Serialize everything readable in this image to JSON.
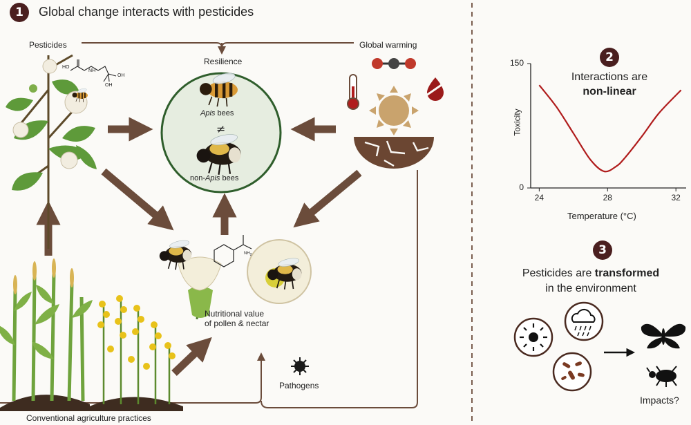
{
  "section1": {
    "number": "1",
    "title": "Global change interacts with pesticides",
    "pesticides_label": "Pesticides",
    "warming_label": "Global warming",
    "resilience_label": "Resilience",
    "apis_italic": "Apis",
    "apis_rest": " bees",
    "not_equal": "≠",
    "non_prefix": "non-",
    "non_apis_italic": "Apis",
    "non_apis_rest": " bees",
    "nutrition_line1": "Nutritional value",
    "nutrition_line2": "of pollen & nectar",
    "pathogens_label": "Pathogens",
    "agri_label": "Conventional agriculture practices",
    "nh2_label": "NH",
    "nh2_sub": "2",
    "oh1": "OH",
    "oh2": "OH",
    "ho": "HO",
    "nitrogen": "N",
    "nitrogen_nh": "H"
  },
  "section2": {
    "number": "2",
    "title_line1": "Interactions are",
    "title_line2": "non-linear"
  },
  "section3": {
    "number": "3",
    "line1_pre": "Pesticides are ",
    "line1_bold": "transformed",
    "line2": "in the environment",
    "impacts_label": "Impacts?"
  },
  "chart_data": {
    "type": "line",
    "title": "",
    "xlabel": "Temperature (°C)",
    "ylabel": "Toxicity",
    "xticks": [
      24,
      28,
      32
    ],
    "yticks": [
      0,
      150
    ],
    "xlim": [
      23.5,
      32.6
    ],
    "ylim": [
      0,
      150
    ],
    "series": [
      {
        "color": "#b01c1c",
        "x": [
          24,
          25,
          26,
          27,
          27.8,
          28.5,
          29,
          30,
          31,
          32.3
        ],
        "y": [
          124,
          98,
          66,
          34,
          20,
          26,
          36,
          62,
          90,
          118
        ]
      }
    ]
  },
  "colors": {
    "arrow": "#6b4c3b",
    "badge": "#4a1f1f",
    "curve": "#b01c1c",
    "circle_bg": "#e6ede0",
    "circle_stroke": "#2f5e2c",
    "sun": "#c9a36d",
    "soil": "#6b4632"
  },
  "icons": {
    "thermometer": "thermometer-icon",
    "sun": "sun-icon",
    "no_water": "no-water-drop-icon",
    "co2": "co2-molecule-icon",
    "virus": "virus-icon",
    "rain": "rain-cloud-icon",
    "bacteria": "bacteria-icon",
    "butterfly": "butterfly-icon",
    "beetle": "beetle-icon"
  }
}
